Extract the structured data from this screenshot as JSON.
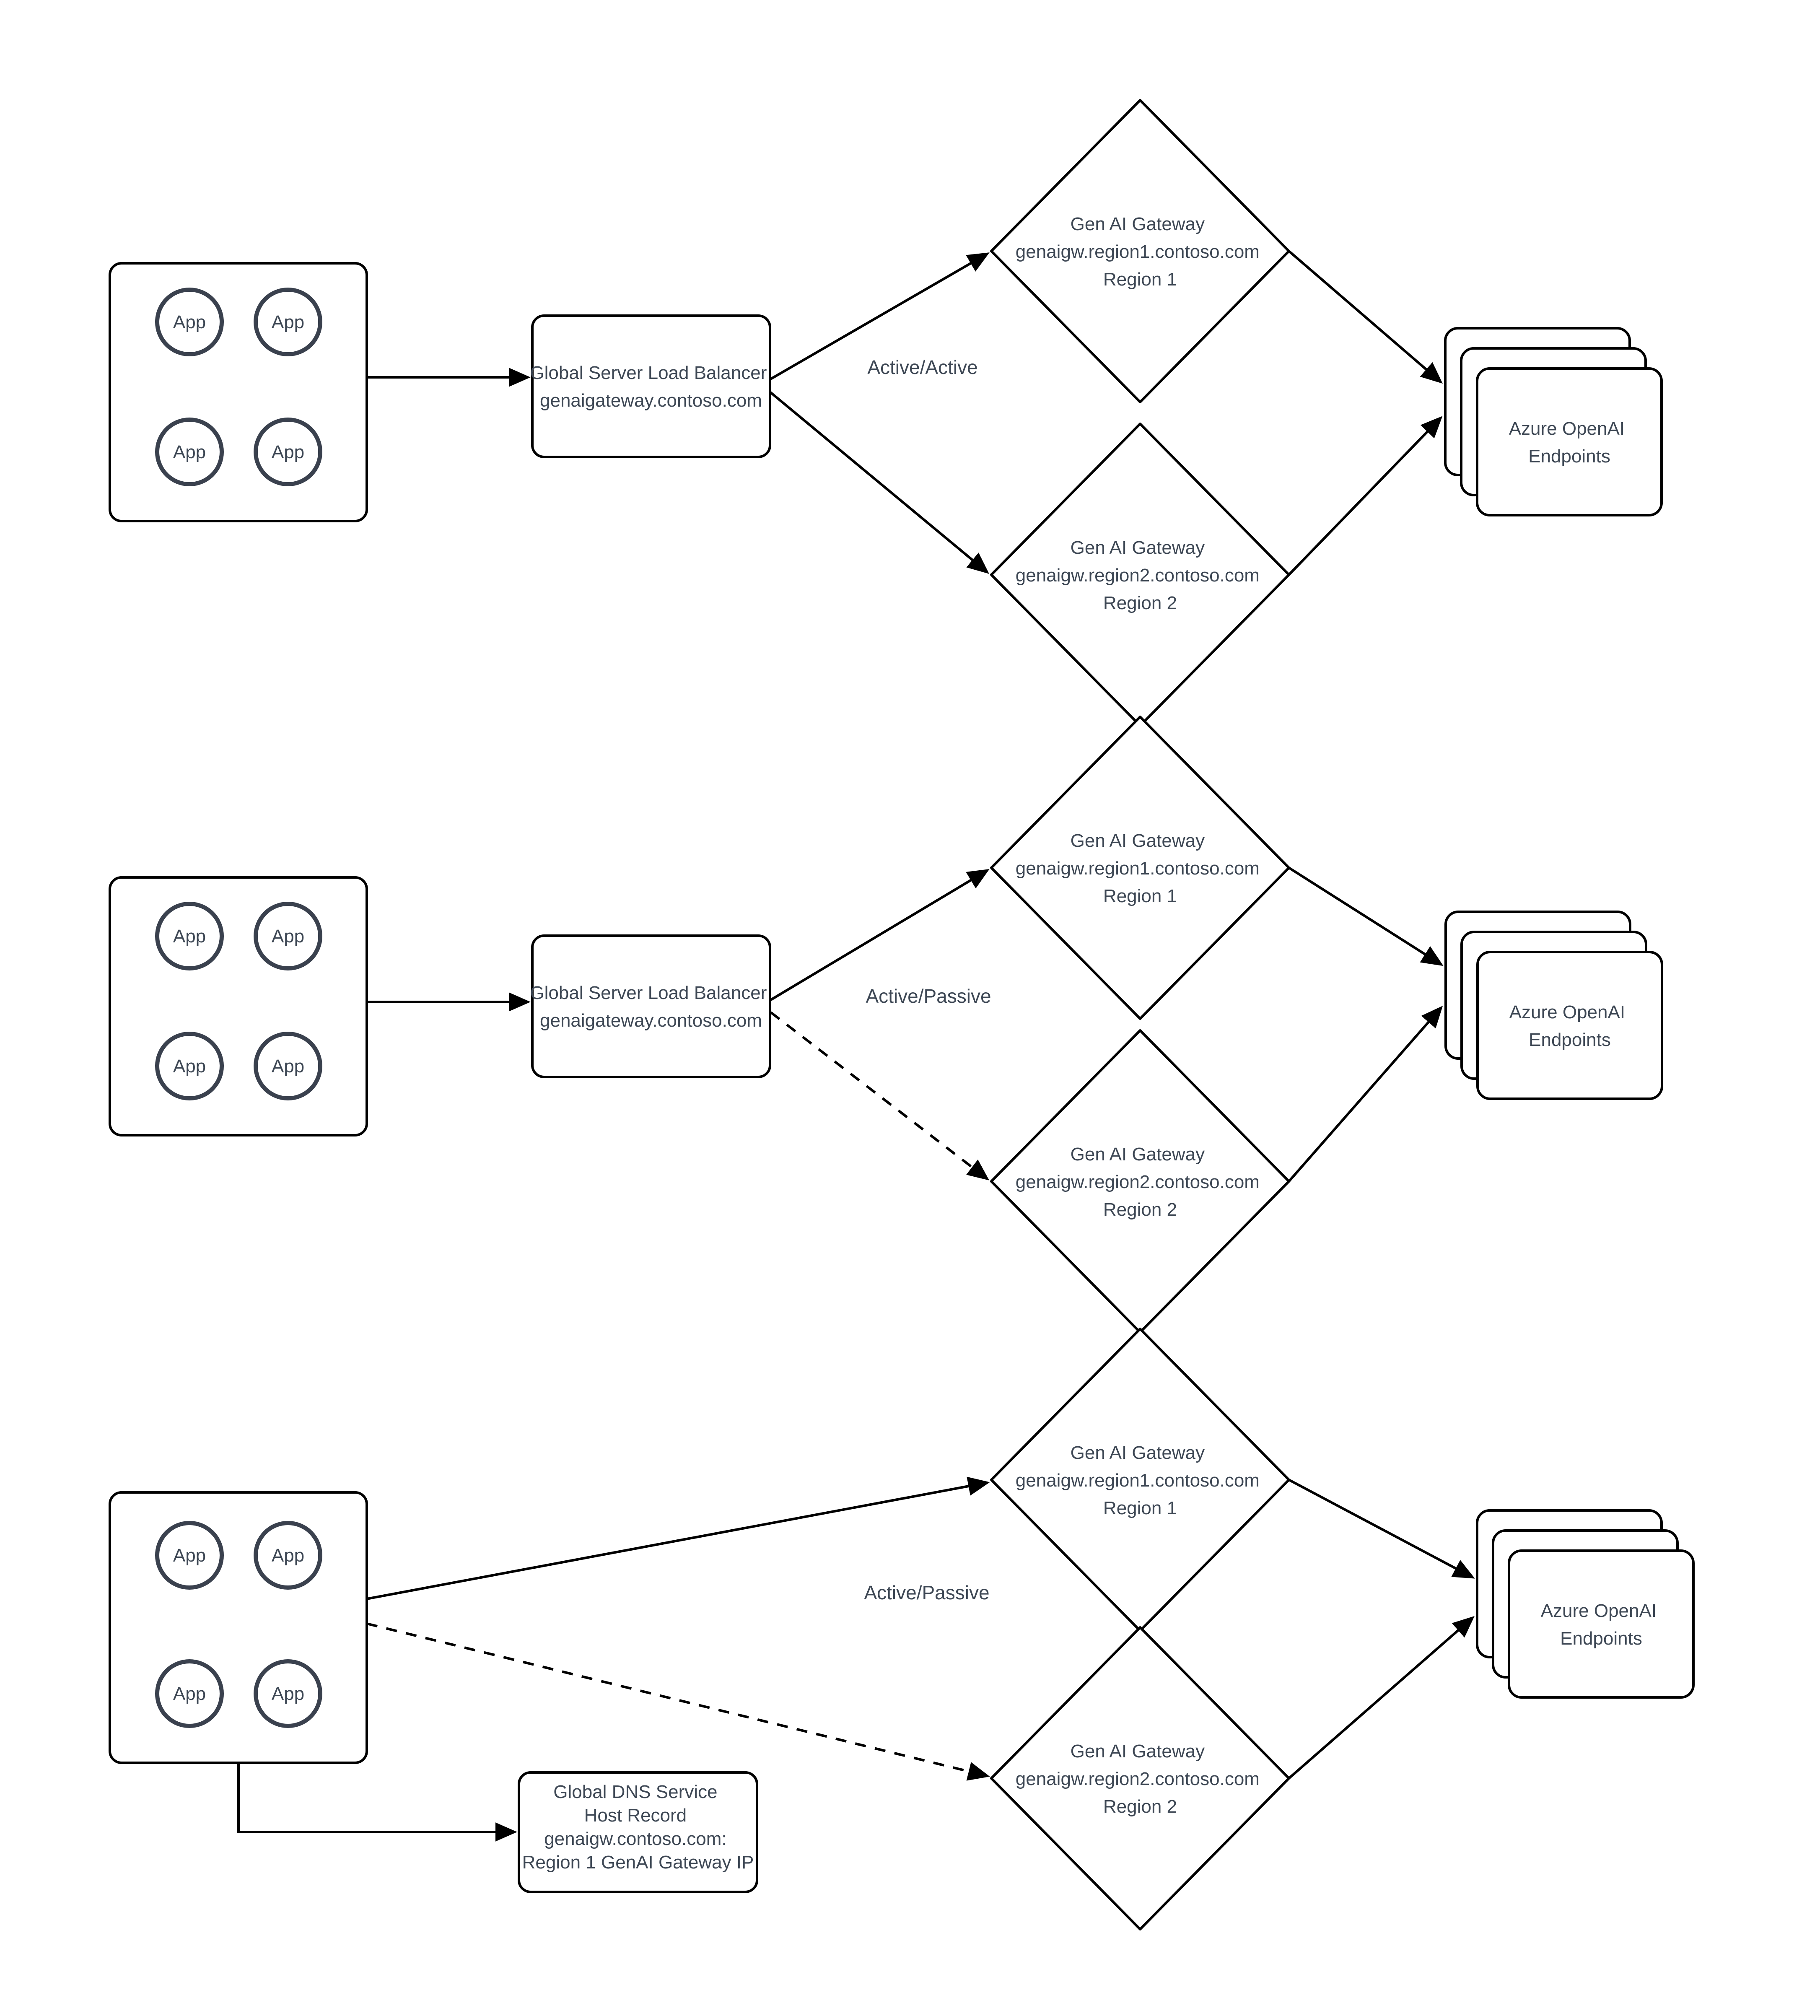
{
  "colors": {
    "shape_stroke": "#000000",
    "app_circle_stroke": "#3a414e",
    "text": "#3d4754",
    "background": "#ffffff"
  },
  "sections": [
    {
      "id": "active-active",
      "flow_label": "Active/Active",
      "apps": [
        "App",
        "App",
        "App",
        "App"
      ],
      "load_balancer": {
        "line1": "Global Server Load Balancer",
        "line2": "genaigateway.contoso.com"
      },
      "gateway_region1": {
        "line1": "Gen AI Gateway",
        "line2": "genaigw.region1.contoso.com",
        "line3": "Region 1"
      },
      "gateway_region2": {
        "line1": "Gen AI Gateway",
        "line2": "genaigw.region2.contoso.com",
        "line3": "Region 2"
      },
      "endpoints": {
        "line1": "Azure OpenAI",
        "line2": "Endpoints"
      }
    },
    {
      "id": "active-passive-gslb",
      "flow_label": "Active/Passive",
      "apps": [
        "App",
        "App",
        "App",
        "App"
      ],
      "load_balancer": {
        "line1": "Global Server Load Balancer",
        "line2": "genaigateway.contoso.com"
      },
      "gateway_region1": {
        "line1": "Gen AI Gateway",
        "line2": "genaigw.region1.contoso.com",
        "line3": "Region 1"
      },
      "gateway_region2": {
        "line1": "Gen AI Gateway",
        "line2": "genaigw.region2.contoso.com",
        "line3": "Region 2"
      },
      "endpoints": {
        "line1": "Azure OpenAI",
        "line2": "Endpoints"
      }
    },
    {
      "id": "active-passive-dns",
      "flow_label": "Active/Passive",
      "apps": [
        "App",
        "App",
        "App",
        "App"
      ],
      "gateway_region1": {
        "line1": "Gen AI Gateway",
        "line2": "genaigw.region1.contoso.com",
        "line3": "Region 1"
      },
      "gateway_region2": {
        "line1": "Gen AI Gateway",
        "line2": "genaigw.region2.contoso.com",
        "line3": "Region 2"
      },
      "endpoints": {
        "line1": "Azure OpenAI",
        "line2": "Endpoints"
      },
      "dns_record": {
        "line1": "Global DNS Service",
        "line2": "Host Record",
        "line3": "genaigw.contoso.com:",
        "line4": "Region 1 GenAI Gateway IP"
      }
    }
  ]
}
